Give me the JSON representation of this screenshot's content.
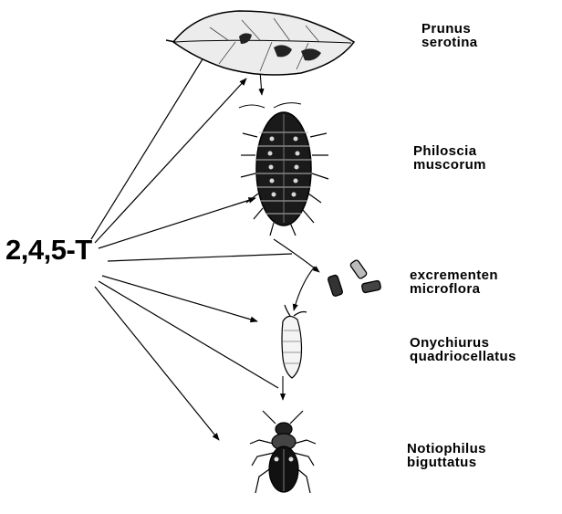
{
  "compound": "2,4,5-T",
  "organisms": [
    {
      "id": "prunus",
      "line1": "Prunus",
      "line2": "serotina",
      "icon": "leaf-icon"
    },
    {
      "id": "philoscia",
      "line1": "Philoscia",
      "line2": "muscorum",
      "icon": "woodlouse-icon"
    },
    {
      "id": "excrementen",
      "line1": "excrementen",
      "line2": "microflora",
      "icon": "fecal-pellets-icon"
    },
    {
      "id": "onychiurus",
      "line1": "Onychiurus",
      "line2": "quadriocellatus",
      "icon": "springtail-icon"
    },
    {
      "id": "notiophilus",
      "line1": "Notiophilus",
      "line2": "biguttatus",
      "icon": "ground-beetle-icon"
    }
  ]
}
